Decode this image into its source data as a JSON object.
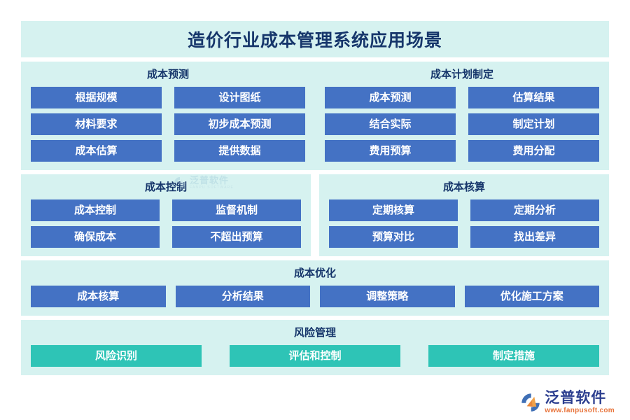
{
  "header": {
    "title": "造价行业成本管理系统应用场景",
    "band_color": "#d6f2f0",
    "title_color": "#16366b"
  },
  "theme": {
    "panel_bg": "#d6f2f0",
    "chip_blue": "#4472c4",
    "chip_teal": "#2ec4b6",
    "page_bg": "#ffffff"
  },
  "sections": [
    {
      "id": "cost-forecast",
      "title": "成本预测",
      "chip_style": "blue",
      "columns": 2,
      "items": [
        "根据规模",
        "设计图纸",
        "材料要求",
        "初步成本预测",
        "成本估算",
        "提供数据"
      ]
    },
    {
      "id": "cost-plan",
      "title": "成本计划制定",
      "chip_style": "blue",
      "columns": 2,
      "items": [
        "成本预测",
        "估算结果",
        "结合实际",
        "制定计划",
        "费用预算",
        "费用分配"
      ]
    },
    {
      "id": "cost-control",
      "title": "成本控制",
      "chip_style": "blue",
      "columns": 2,
      "items": [
        "成本控制",
        "监督机制",
        "确保成本",
        "不超出预算"
      ]
    },
    {
      "id": "cost-accounting",
      "title": "成本核算",
      "chip_style": "blue",
      "columns": 2,
      "items": [
        "定期核算",
        "定期分析",
        "预算对比",
        "找出差异"
      ]
    },
    {
      "id": "cost-optimization",
      "title": "成本优化",
      "chip_style": "blue",
      "columns": 4,
      "items": [
        "成本核算",
        "分析结果",
        "调整策略",
        "优化施工方案"
      ]
    },
    {
      "id": "risk-management",
      "title": "风险管理",
      "chip_style": "teal",
      "columns": 3,
      "items": [
        "风险识别",
        "评估和控制",
        "制定措施"
      ]
    }
  ],
  "watermark": {
    "name_cn": "泛普软件",
    "name_en": "FANPU SOFTWARE"
  },
  "brand": {
    "name_cn": "泛普软件",
    "url": "www.fanpusoft.com",
    "mark_blue": "#3f6fb5",
    "mark_orange": "#f0a24a"
  }
}
